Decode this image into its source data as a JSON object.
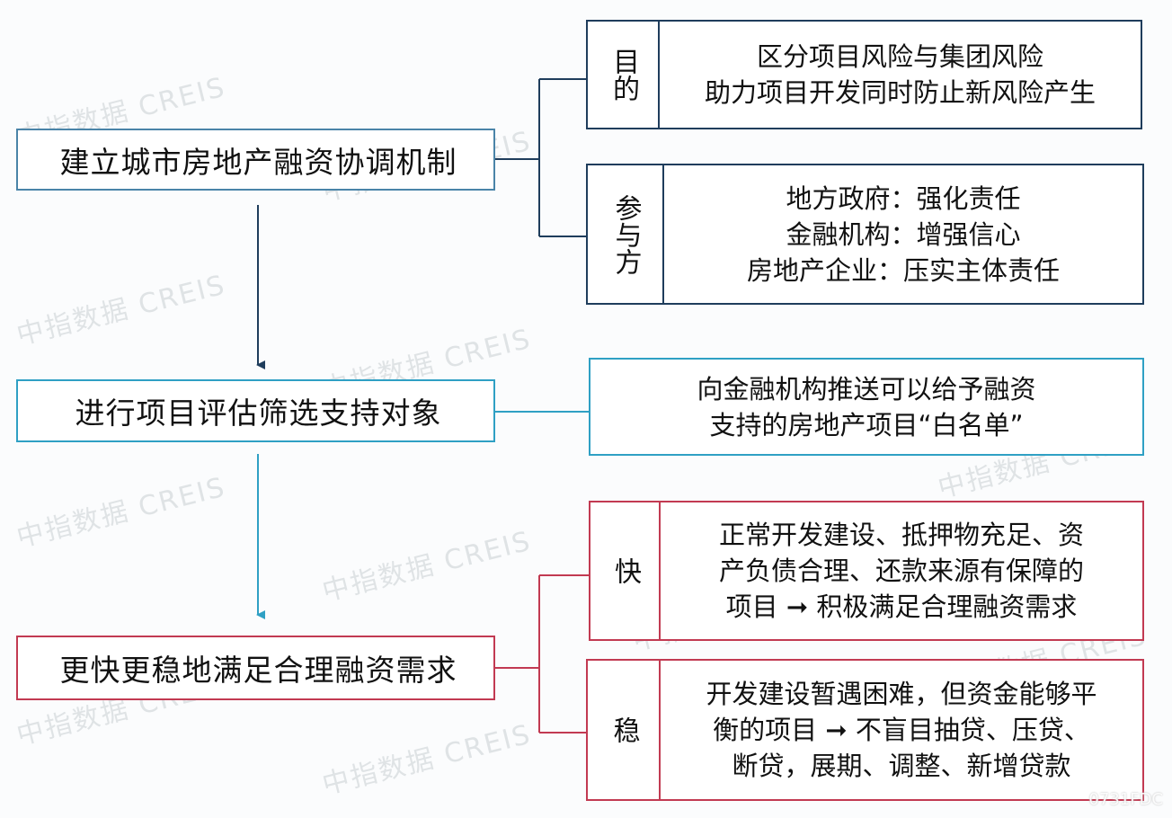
{
  "watermark": "中指数据 CREIS",
  "corner_mark": "0731FDC",
  "colors": {
    "steel": "#4a84a8",
    "navy": "#1f3d5c",
    "teal": "#2fa0c4",
    "red": "#c23a52"
  },
  "steps": [
    {
      "title": "建立城市房地产融资协调机制"
    },
    {
      "title": "进行项目评估筛选支持对象"
    },
    {
      "title": "更快更稳地满足合理融资需求"
    }
  ],
  "details": {
    "purpose": {
      "label": "目的",
      "lines": [
        "区分项目风险与集团风险",
        "助力项目开发同时防止新风险产生"
      ]
    },
    "participants": {
      "label": "参与方",
      "lines": [
        "地方政府：强化责任",
        "金融机构：增强信心",
        "房地产企业：压实主体责任"
      ]
    },
    "whitelist": {
      "lines": [
        "向金融机构推送可以给予融资",
        "支持的房地产项目“白名单”"
      ]
    },
    "fast": {
      "label": "快",
      "lines": [
        "正常开发建设、抵押物充足、资",
        "产负债合理、还款来源有保障的",
        "项目 ➞ 积极满足合理融资需求"
      ]
    },
    "stable": {
      "label": "稳",
      "lines": [
        "开发建设暂遇困难，但资金能够平",
        "衡的项目 ➞ 不盲目抽贷、压贷、",
        "断贷，展期、调整、新增贷款"
      ]
    }
  }
}
